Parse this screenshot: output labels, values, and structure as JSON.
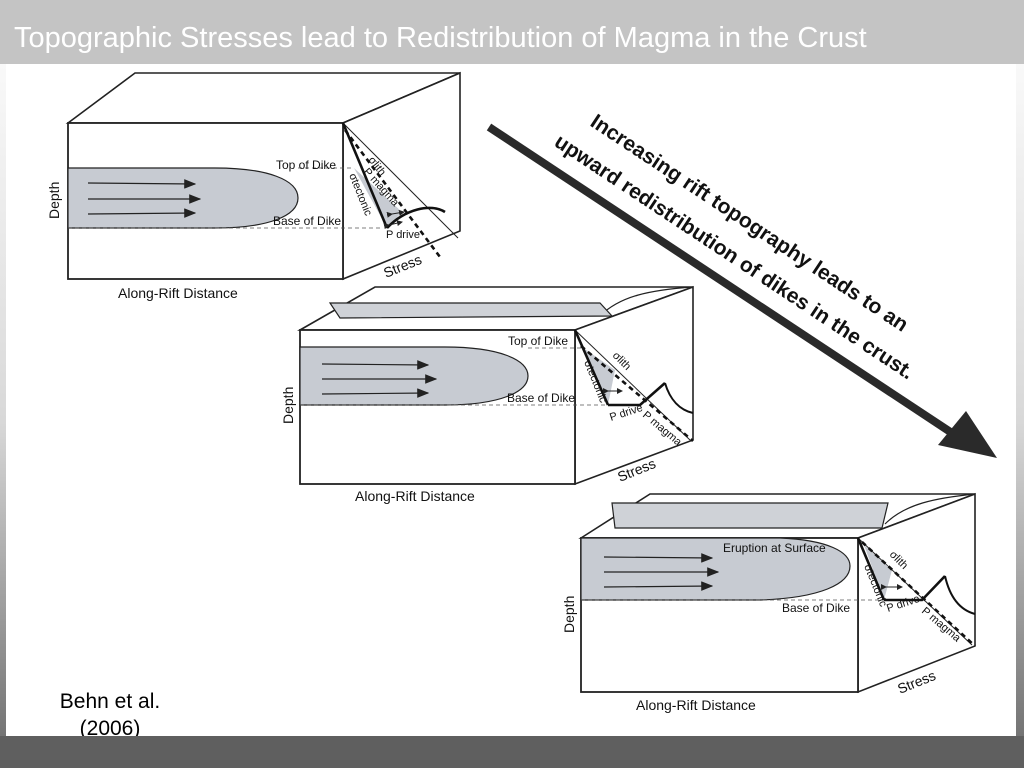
{
  "title": "Topographic Stresses lead to Redistribution of Magma in the Crust",
  "arrow_caption": {
    "line1": "Increasing rift topography leads to an",
    "line2": "upward redistribution of dikes in the crust."
  },
  "panels": [
    {
      "depth_label": "Depth",
      "distance_label": "Along-Rift Distance",
      "stress_label": "Stress",
      "top_of_dike": "Top of Dike",
      "base_of_dike": "Base of Dike",
      "sigma_lith": "σlith",
      "sigma_tectonic": "σtectonic",
      "p_magma": "P magma",
      "p_drive": "P drive"
    },
    {
      "depth_label": "Depth",
      "distance_label": "Along-Rift Distance",
      "stress_label": "Stress",
      "top_of_dike": "Top of Dike",
      "base_of_dike": "Base of Dike",
      "sigma_lith": "σlith",
      "sigma_tectonic": "σtectonic",
      "p_magma": "P magma",
      "p_drive": "P drive"
    },
    {
      "depth_label": "Depth",
      "distance_label": "Along-Rift Distance",
      "stress_label": "Stress",
      "eruption": "Eruption at Surface",
      "base_of_dike": "Base of Dike",
      "sigma_lith": "σlith",
      "sigma_tectonic": "σtectonic",
      "p_magma": "P magma",
      "p_drive": "P drive"
    }
  ],
  "citation": {
    "line1": "Behn et al.",
    "line2": "(2006)"
  }
}
